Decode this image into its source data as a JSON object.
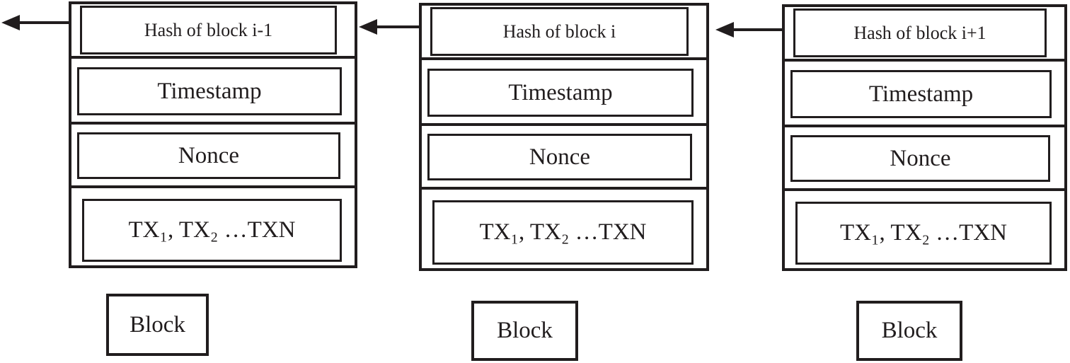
{
  "colors": {
    "ink": "#211d1e",
    "background": "#ffffff"
  },
  "blocks": [
    {
      "hash_label": "Hash of block i-1",
      "timestamp_label": "Timestamp",
      "nonce_label": "Nonce",
      "transactions_label": "TX₁, TX₂ …TXN",
      "caption": "Block"
    },
    {
      "hash_label": "Hash of block i",
      "timestamp_label": "Timestamp",
      "nonce_label": "Nonce",
      "transactions_label": "TX₁, TX₂ …TXN",
      "caption": "Block"
    },
    {
      "hash_label": "Hash of block i+1",
      "timestamp_label": "Timestamp",
      "nonce_label": "Nonce",
      "transactions_label": "TX₁, TX₂ …TXN",
      "caption": "Block"
    }
  ]
}
